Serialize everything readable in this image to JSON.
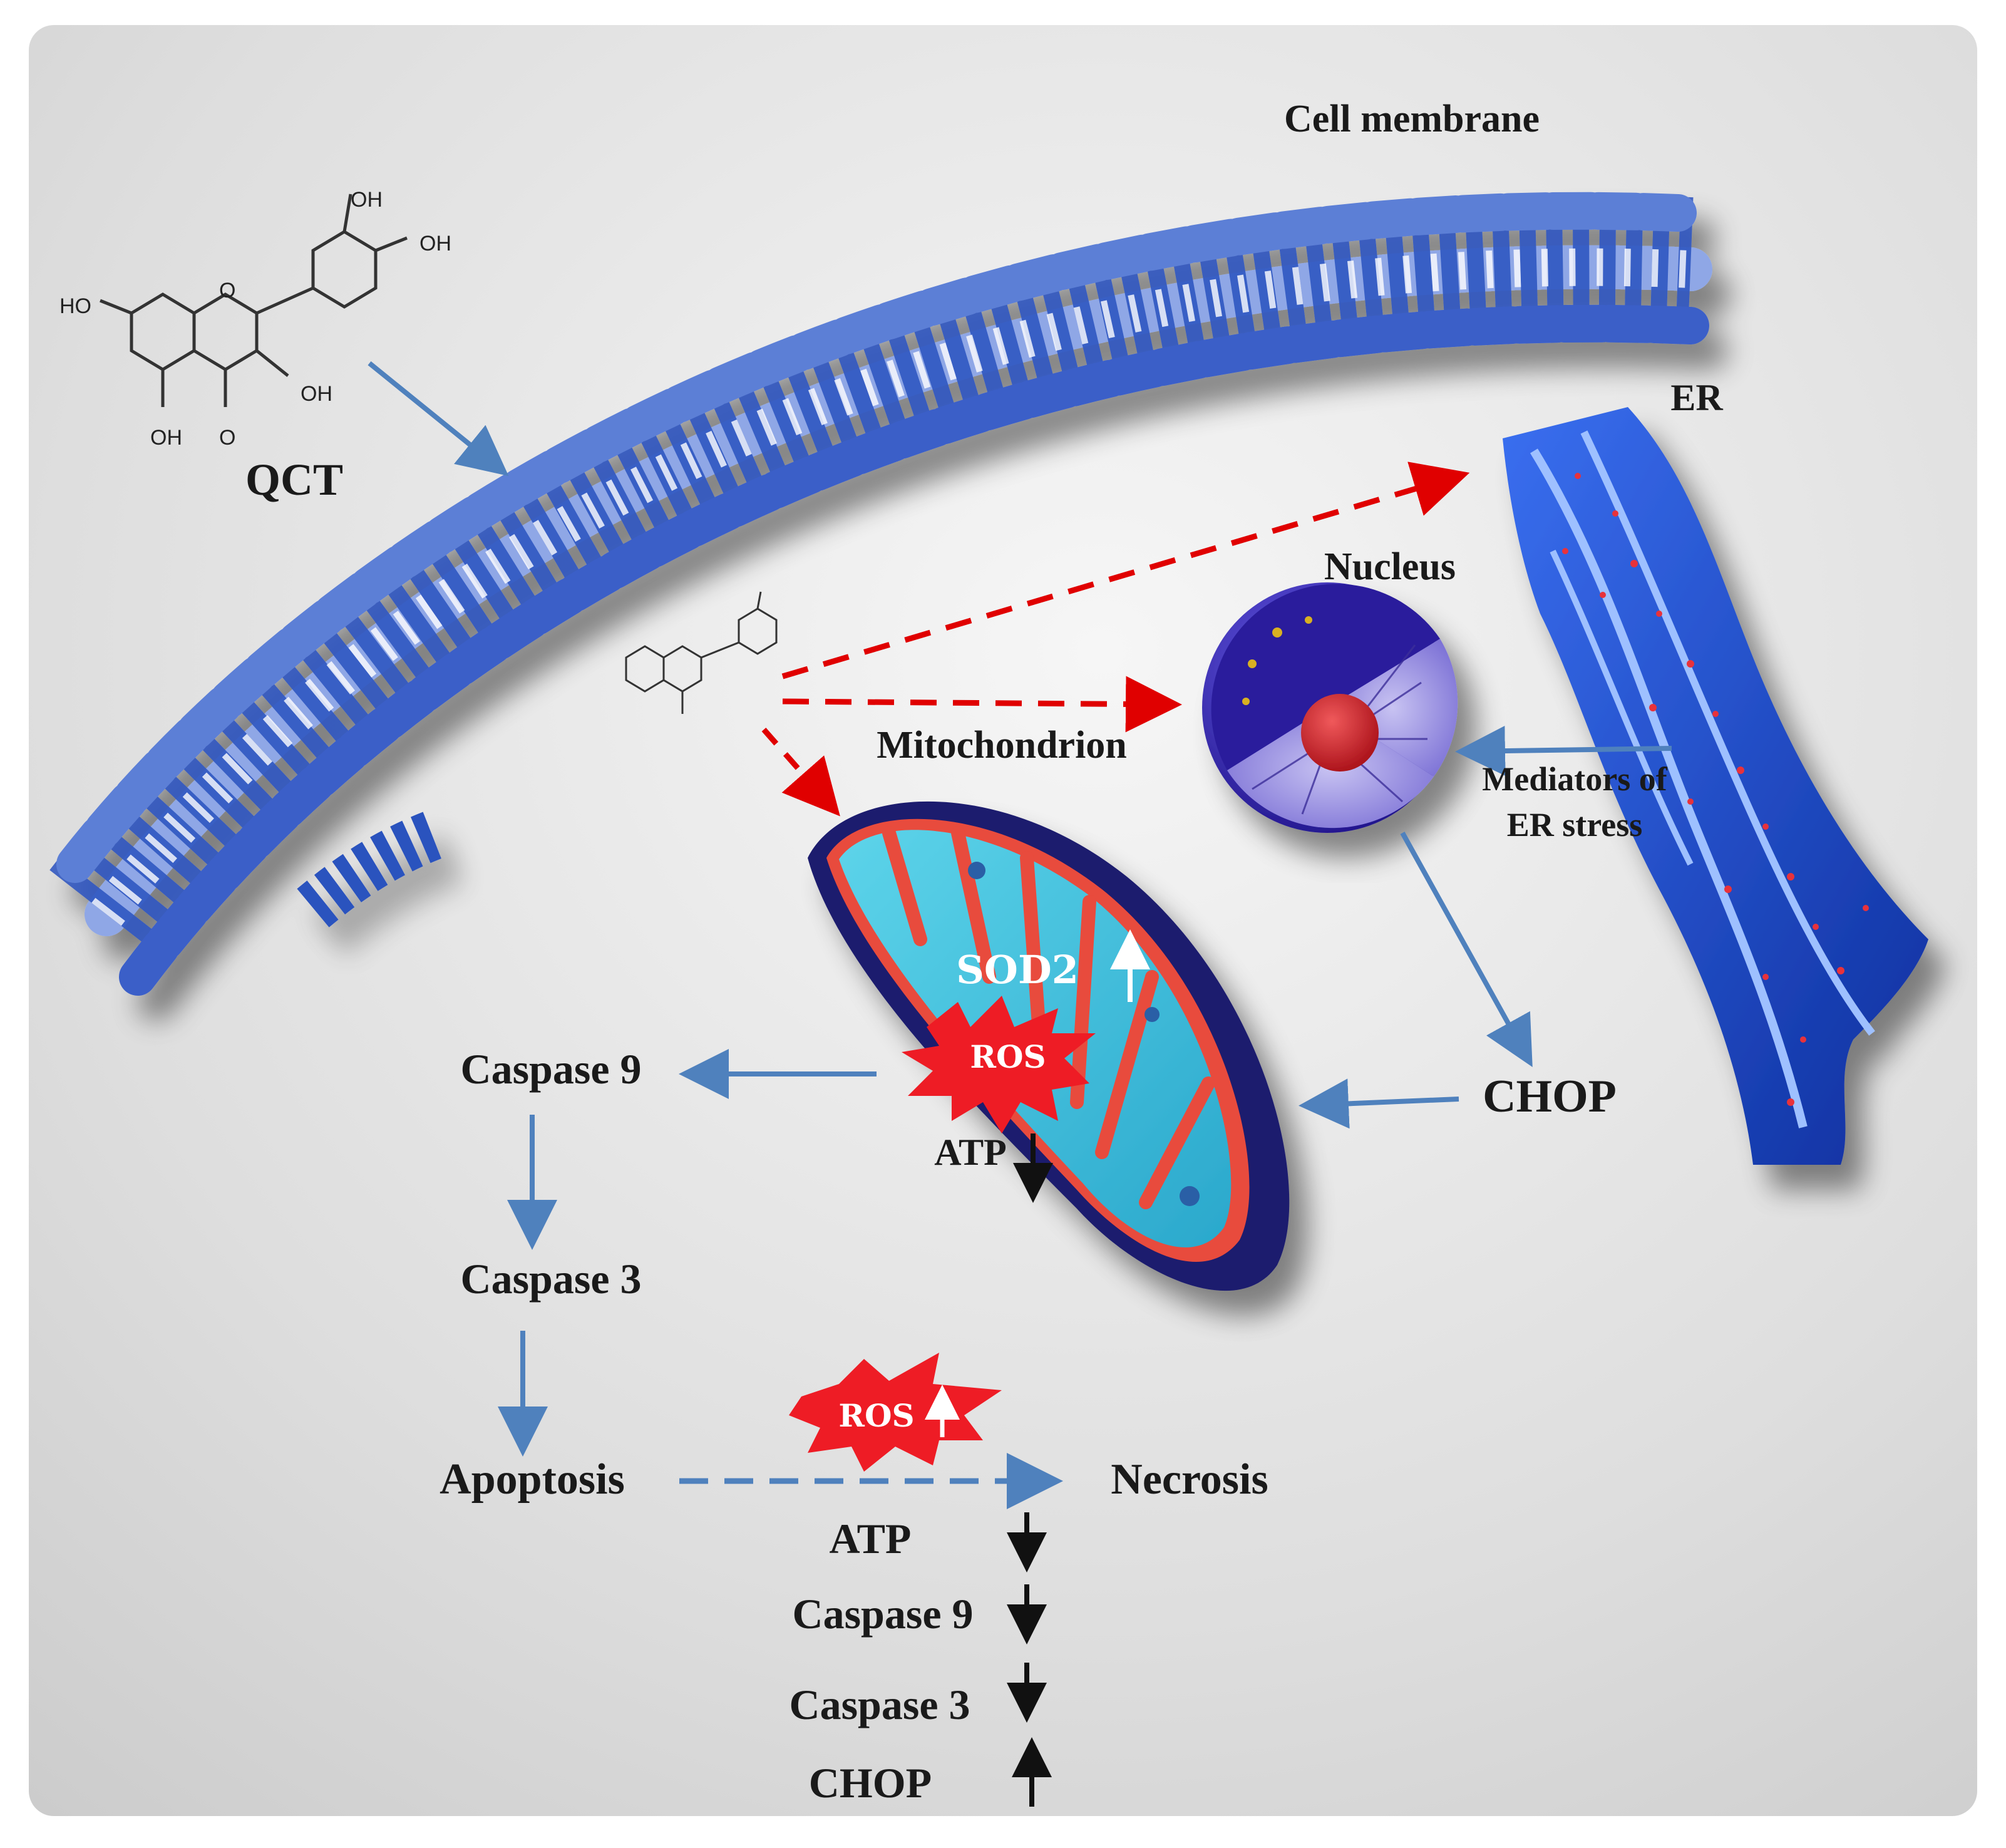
{
  "labels": {
    "cell_membrane": "Cell membrane",
    "er": "ER",
    "nucleus": "Nucleus",
    "mitochondrion": "Mitochondrion",
    "qct": "QCT",
    "mediators_line1": "Mediators of",
    "mediators_line2": "ER stress",
    "chop": "CHOP",
    "caspase9": "Caspase 9",
    "caspase3": "Caspase 3",
    "apoptosis": "Apoptosis",
    "necrosis": "Necrosis",
    "sod2": "SOD2",
    "ros_mito": "ROS",
    "ros_necrosis": "ROS",
    "atp_mito": "ATP"
  },
  "molecule": {
    "oh_top": "OH",
    "oh_right": "OH",
    "ho_left": "HO",
    "oh_3": "OH",
    "oh_5": "OH",
    "o_ring": "O",
    "o_keto": "O"
  },
  "necrosis_markers": [
    {
      "label": "ATP",
      "direction": "down"
    },
    {
      "label": "Caspase 9",
      "direction": "down"
    },
    {
      "label": "Caspase 3",
      "direction": "down"
    },
    {
      "label": "CHOP",
      "direction": "up"
    }
  ],
  "colors": {
    "pathway_arrow": "#4f81bd",
    "qct_action_arrow": "#e00000",
    "membrane": "#2a52be",
    "er": "#1f4fd1",
    "nucleus": "#3a2fb8",
    "mitochondrion_outer": "#1c1c6e",
    "mitochondrion_matrix": "#3cc6e0",
    "ros_burst": "#ee1c25"
  }
}
